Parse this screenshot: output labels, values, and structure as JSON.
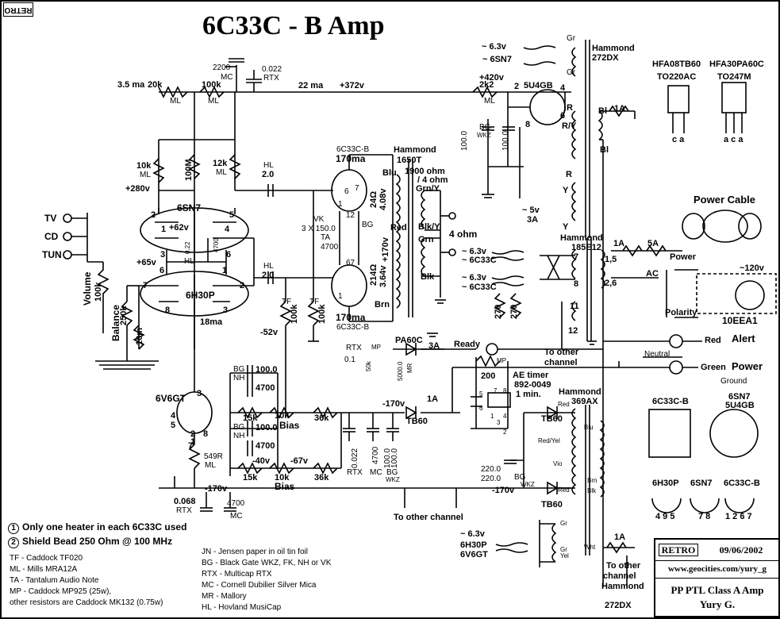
{
  "title": "6C33C - B  Amp",
  "corner_tag": "RETRO",
  "rails": {
    "b_plus_main": "+372v",
    "b_plus_420": "+420v",
    "v280": "+280v",
    "v62": "+62v",
    "v65": "+65v",
    "v52": "-52v",
    "v40": "-40v",
    "v67": "-67v",
    "v170a": "-170v",
    "v170b": "-170v",
    "v170c": "-170v",
    "ma22": "22 ma",
    "ma35": "3.5 ma",
    "ma18": "18ma"
  },
  "components": {
    "r20k": "20k",
    "r100k_a": "100k",
    "ml_a": "ML",
    "ml_b": "ML",
    "c2200": "2200",
    "mc_top": "MC",
    "c022": "0.022",
    "rtx_top": "RTX",
    "r10k": "10k",
    "ml_c": "ML",
    "r100m": "100M",
    "r12k": "12k",
    "ml_d": "ML",
    "r2k2": "2k2",
    "ml_e": "ML",
    "hl1": "HL",
    "c20a": "2.0",
    "hl2": "HL",
    "c20b": "2.0",
    "vk": "VK",
    "c3x150": "3 X 150.0",
    "bg_vk": "BG",
    "ta": "TA",
    "c4700a": "4700",
    "c022v": "0.22",
    "hl3": "HL",
    "c4700v": "4700",
    "c100a": "100.0",
    "c100b": "100.0",
    "bg_wkz": "BG",
    "wkz": "WKZ",
    "tf1": "TF",
    "r100k_b": "100k",
    "tf2": "TF",
    "r100k_c": "100k",
    "rtx_mid": "RTX",
    "mp_mid": "MP",
    "c01": "0.1",
    "r50k": "50k",
    "c5000": "5000.0",
    "mr": "MR",
    "bg1": "BG",
    "nh1": "NH",
    "c100c": "100.0",
    "c4700b": "4700",
    "bg2": "BG",
    "nh2": "NH",
    "c100d": "100.0",
    "c4700c": "4700",
    "r15k_a": "15k",
    "r10k_bias1": "10k",
    "bias1": "Bias",
    "r36k_a": "36k",
    "r15k_b": "15k",
    "r10k_bias2": "10k",
    "bias2": "Bias",
    "r36k_b": "36k",
    "c0022b": "0.022",
    "c4700d": "4700",
    "c100e": "100.0",
    "c100f": "100.0",
    "rtx_bot": "RTX",
    "mc_bot": "MC",
    "bg_bot": "BG",
    "wkz_bot": "WKZ",
    "r549": "549R",
    "ml_f": "ML",
    "c0068": "0.068",
    "rtx_068": "RTX",
    "c4700e": "4700",
    "mc_068": "MC",
    "r200": "200",
    "mp_200": "MP",
    "c220a": "220.0",
    "c220b": "220.0",
    "bg_220": "BG",
    "wkz_220": "WKZ",
    "r270a": "270",
    "r270b": "270",
    "r10m": "10m",
    "r100k_vol": "100k",
    "r250k": "250k",
    "vol": "Volume",
    "bal": "Balance",
    "r24": "24Ω",
    "v408": "4.08v",
    "r214": "214Ω",
    "v364": "3.64v",
    "v170p": "+170v",
    "ma170a": "170ma",
    "ma170b": "170ma",
    "n1": "1",
    "n12": "12",
    "n6": "6",
    "n7": "7",
    "n1b": "1",
    "n67": "67"
  },
  "tubes": {
    "top": "6C33C-B",
    "bot": "6C33C-B",
    "sn7": "6SN7",
    "h30p": "6H30P",
    "v6": "6V6GT",
    "u4gb": "5U4GB"
  },
  "tube_pins": {
    "sn7_2": "2",
    "sn7_5": "5",
    "sn7_1": "1",
    "sn7_4": "4",
    "sn7_3": "3",
    "sn7_6": "6",
    "h_6": "6",
    "h_1": "1",
    "h_7": "7",
    "h_2": "2",
    "h_8": "8",
    "h_3": "3",
    "v6_3": "3",
    "v6_4": "4",
    "v6_5": "5",
    "v6_2": "2",
    "v6_7": "7",
    "v6_8": "8",
    "u_2": "2",
    "u_4": "4",
    "u_6": "6",
    "u_8": "8",
    "one": "1"
  },
  "inputs": {
    "tv": "TV",
    "cd": "CD",
    "tun": "TUN"
  },
  "transformers": {
    "h272_top": "Hammond",
    "h272_top2": "272DX",
    "h1650": "Hammond",
    "h1650b": "1650T",
    "h1900": "1900 ohm",
    "h4ohm_lbl": "/ 4 ohm",
    "blu": "Blu",
    "grny": "Grn/Y",
    "blky": "Blk/Y",
    "grn": "Grn",
    "blk": "Blk",
    "red": "Red",
    "brn": "Brn",
    "four_ohm": "4 ohm",
    "h185": "Hammond",
    "h185b": "185E12",
    "h369": "Hammond",
    "h369b": "369AX",
    "gr1": "Gr",
    "gr2": "Gr",
    "gr3": "Gr",
    "gr4": "Gr",
    "yel": "Yel",
    "bl1": "Bl",
    "bl2": "Bl",
    "ry": "R/Y",
    "r1": "R",
    "r2": "R",
    "y1": "Y",
    "y2": "Y",
    "b7": "7",
    "b8": "8",
    "b11": "11",
    "b12": "12",
    "b15": "1,5",
    "b26": "2,6",
    "red1": "Red",
    "redyel": "Red/Yel",
    "vio": "Vio",
    "red2": "Red",
    "blu2": "Blu",
    "brn2": "Brn",
    "blk2": "Blk",
    "wht": "Wht",
    "h272_bot1": "Hammond",
    "h272_bot2": "272DX"
  },
  "heaters": {
    "h63a": "~ 6.3v",
    "h6sn7": "~ 6SN7",
    "h63b": "~ 6.3v",
    "h6c33a": "~ 6C33C",
    "h63c": "~ 6.3v",
    "h6c33b": "~ 6C33C",
    "h5v": "~ 5v",
    "h3a": "3A",
    "h63d": "~ 6.3v",
    "h6h30": "6H30P",
    "h6v6": "6V6GT"
  },
  "power": {
    "fuse1a_top": "1A",
    "fuse1a_mid": "1A",
    "fuse5a": "5A",
    "power_lbl": "Power",
    "ac": "AC",
    "polarity": "Polarity",
    "eea": "10EEA1",
    "v120": "~120v",
    "power_cable": "Power Cable",
    "red_lbl": "Red",
    "alert": "Alert",
    "green_lbl": "Green",
    "power2": "Power",
    "neutral": "Neutral",
    "ground": "Ground",
    "ready": "Ready",
    "pa60c": "PA60C",
    "a3": "3A",
    "tb60a": "TB60",
    "a1": "1A",
    "tb60b": "TB60",
    "tb60c": "TB60",
    "a1b": "1A",
    "ae_timer": "AE timer",
    "ae_pn": "892-0049",
    "ae_min": "1 min.",
    "other1": "To other",
    "other1b": "channel",
    "other2": "To other channel",
    "other3": "To other",
    "other3b": "channel",
    "other3c": "Hammond",
    "other3d": "272DX",
    "t_5": "5",
    "t_6": "6",
    "t_7": "7",
    "t_8": "8",
    "t_1": "1",
    "t_4": "4",
    "t_3": "3",
    "t_2": "2"
  },
  "diodes": {
    "d1": "HFA08TB60",
    "d1b": "TO220AC",
    "d1c": "c a",
    "d2": "HFA30PA60C",
    "d2b": "TO247M",
    "d2c": "a c a"
  },
  "pinouts": {
    "p1": "6C33C-B",
    "p2": "6SN7",
    "p2b": "5U4GB",
    "p3": "6H30P",
    "p3b": "4 9 5",
    "p4": "6SN7",
    "p4b": "7 8",
    "p5": "6C33C-B",
    "p5b": "1 2 6 7"
  },
  "notes": {
    "n1": "Only one heater in each 6C33C used",
    "n2": "Shield Bead 250 Ohm @ 100 MHz",
    "tf": "TF - Caddock TF020",
    "ml": "ML - Mills MRA12A",
    "ta": "TA - Tantalum Audio Note",
    "mp": "MP - Caddock MP925 (25w),",
    "mp2": "other resistors are Caddock MK132 (0.75w)",
    "jn": "JN - Jensen paper in oil tin foil",
    "bg": "BG - Black Gate  WKZ, FK, NH or VK",
    "rtx": "RTX - Multicap RTX",
    "mc": "MC - Cornell Dubilier Silver Mica",
    "mr": "MR - Mallory",
    "hl": "HL - Hovland MusiCap"
  },
  "titleblock": {
    "retro": "RETRO",
    "date": "09/06/2002",
    "url": "www.geocities.com/yury_g",
    "desc": "PP PTL Class A Amp",
    "author": "Yury G."
  }
}
